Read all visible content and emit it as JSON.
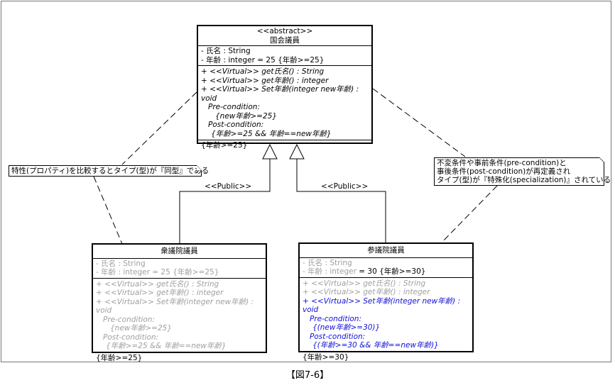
{
  "abstract_class": {
    "stereotype": "<<abstract>>",
    "name": "国会議員",
    "attributes": [
      "- 氏名 : String",
      "- 年齢 : integer = 25 {年齢>=25}"
    ],
    "operations": [
      "+ <<Virtual>> get氏名() : String",
      "+ <<Virtual>> get年齢() : integer",
      "+ <<Virtual>> Set年齢(integer new年齢) : void"
    ],
    "pre_label": "Pre-condition:",
    "pre_value": "{new年齢>=25}",
    "post_label": "Post-condition:",
    "post_value": "{年齢>=25 && 年齢==new年齢}",
    "invariant": "{年齢>=25}"
  },
  "lower_house": {
    "name": "衆議院議員",
    "attributes": [
      "- 氏名 : String",
      "- 年齢 : integer = 25 {年齢>=25}"
    ],
    "operations": [
      "+ <<Virtual>> get氏名() : String",
      "+ <<Virtual>> get年齢() : integer",
      "+ <<Virtual>> Set年齢(integer new年齢) : void"
    ],
    "pre_label": "Pre-condition:",
    "pre_value": "{new年齢>=25}",
    "post_label": "Post-condition:",
    "post_value": "{年齢>=25 && 年齢==new年齢}",
    "invariant": "{年齢>=25}"
  },
  "upper_house": {
    "name": "参議院議員",
    "attr_name": "- 氏名 : String",
    "attr_age": "- 年齢 : integer",
    "attr_age_default": "= 30 {年齢>=30}",
    "operations": [
      "+ <<Virtual>> get氏名() : String",
      "+ <<Virtual>> get年齢() : integer",
      "+ <<Virtual>> Set年齢(integer new年齢) : void"
    ],
    "pre_label": "Pre-condition:",
    "pre_value": "{(new年齢>=30)}",
    "post_label": "Post-condition:",
    "post_value": "{(年齢>=30 && 年齢==new年齢)}",
    "invariant": "{年齢>=30}"
  },
  "stereotype_left": "<<Public>>",
  "stereotype_right": "<<Public>>",
  "note_left": "特性(プロパティ)を比較するとタイプ(型)が『同型』である",
  "note_right": [
    "不変条件や事前条件(pre-condition)と",
    "事後条件(post-condition)が再定義され",
    "タイプ(型)が『特殊化(specialization)』されている"
  ],
  "caption": "【図7-6】",
  "colors": {
    "line": "#000000",
    "inherited_gray": "#a0a0a0",
    "redefined_blue": "#1010d8"
  }
}
